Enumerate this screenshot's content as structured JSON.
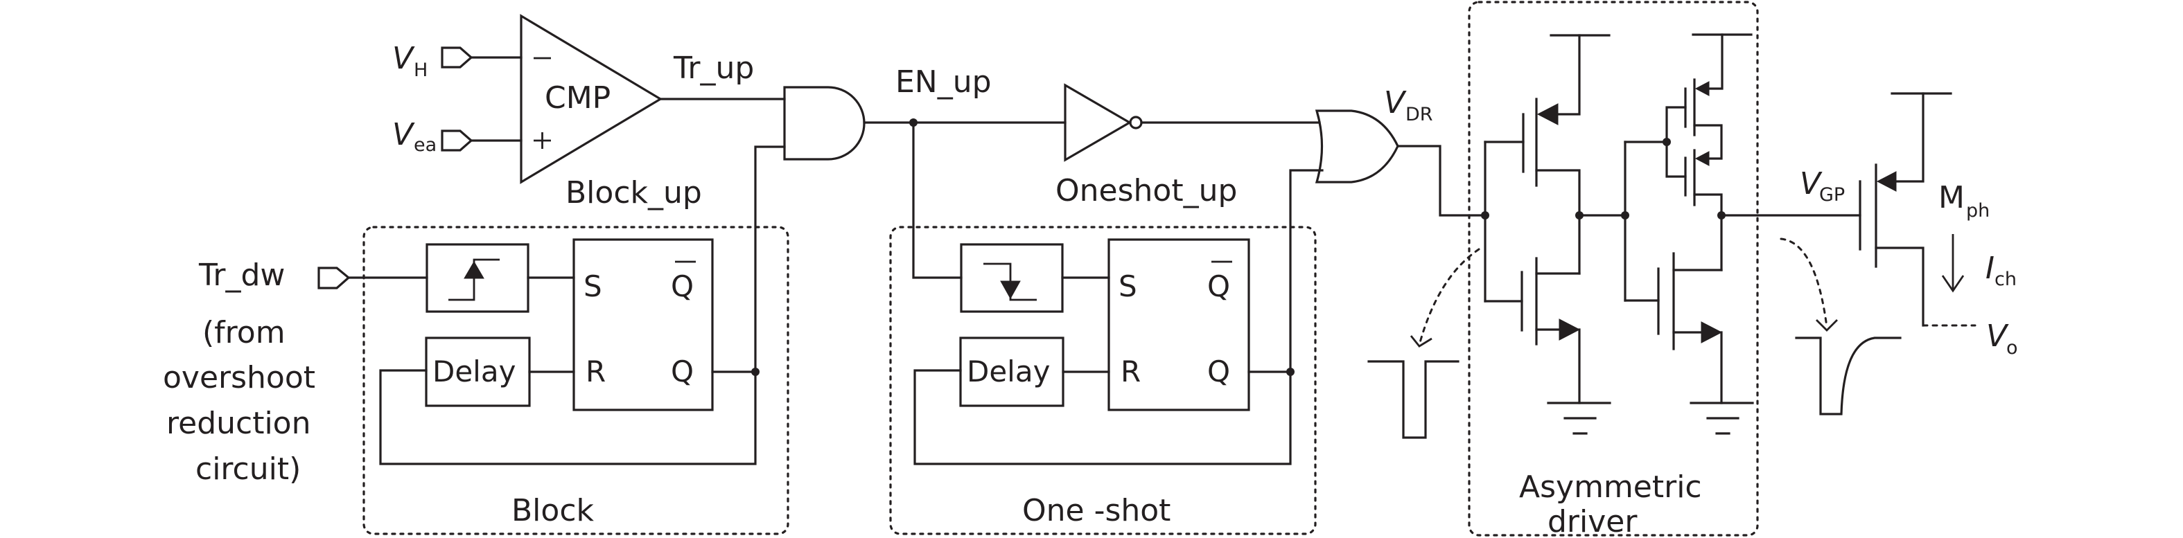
{
  "diagram": {
    "title": "Transient-enhanced gate drive control circuit with asymmetric driver",
    "inputs": {
      "vh": {
        "main": "V",
        "sub": "H"
      },
      "vea": {
        "main": "V",
        "sub": "ea"
      },
      "tr_dw": "Tr_dw",
      "tr_dw_note": [
        "(from",
        "overshoot",
        "reduction",
        "circuit)"
      ]
    },
    "comparator": {
      "label": "CMP",
      "minus": "−",
      "plus": "+"
    },
    "signals": {
      "tr_up": "Tr_up",
      "block_up": "Block_up",
      "en_up": "EN_up",
      "oneshot_up": "Oneshot_up",
      "vdr": {
        "main": "V",
        "sub": "DR"
      },
      "vgp": {
        "main": "V",
        "sub": "GP"
      },
      "ich": {
        "main": "I",
        "sub": "ch"
      },
      "vo": {
        "main": "V",
        "sub": "o"
      }
    },
    "block": {
      "title": "Block",
      "edge": "rising",
      "delay_label": "Delay",
      "latch": {
        "s": "S",
        "r": "R",
        "qbar": "Q",
        "q": "Q"
      }
    },
    "oneshot": {
      "title": "One -shot",
      "edge": "falling",
      "delay_label": "Delay",
      "latch": {
        "s": "S",
        "r": "R",
        "qbar": "Q",
        "q": "Q"
      }
    },
    "driver": {
      "title_line1": "Asymmetric",
      "title_line2": "driver"
    },
    "power_transistor": {
      "main": "M",
      "sub": "ph"
    }
  }
}
